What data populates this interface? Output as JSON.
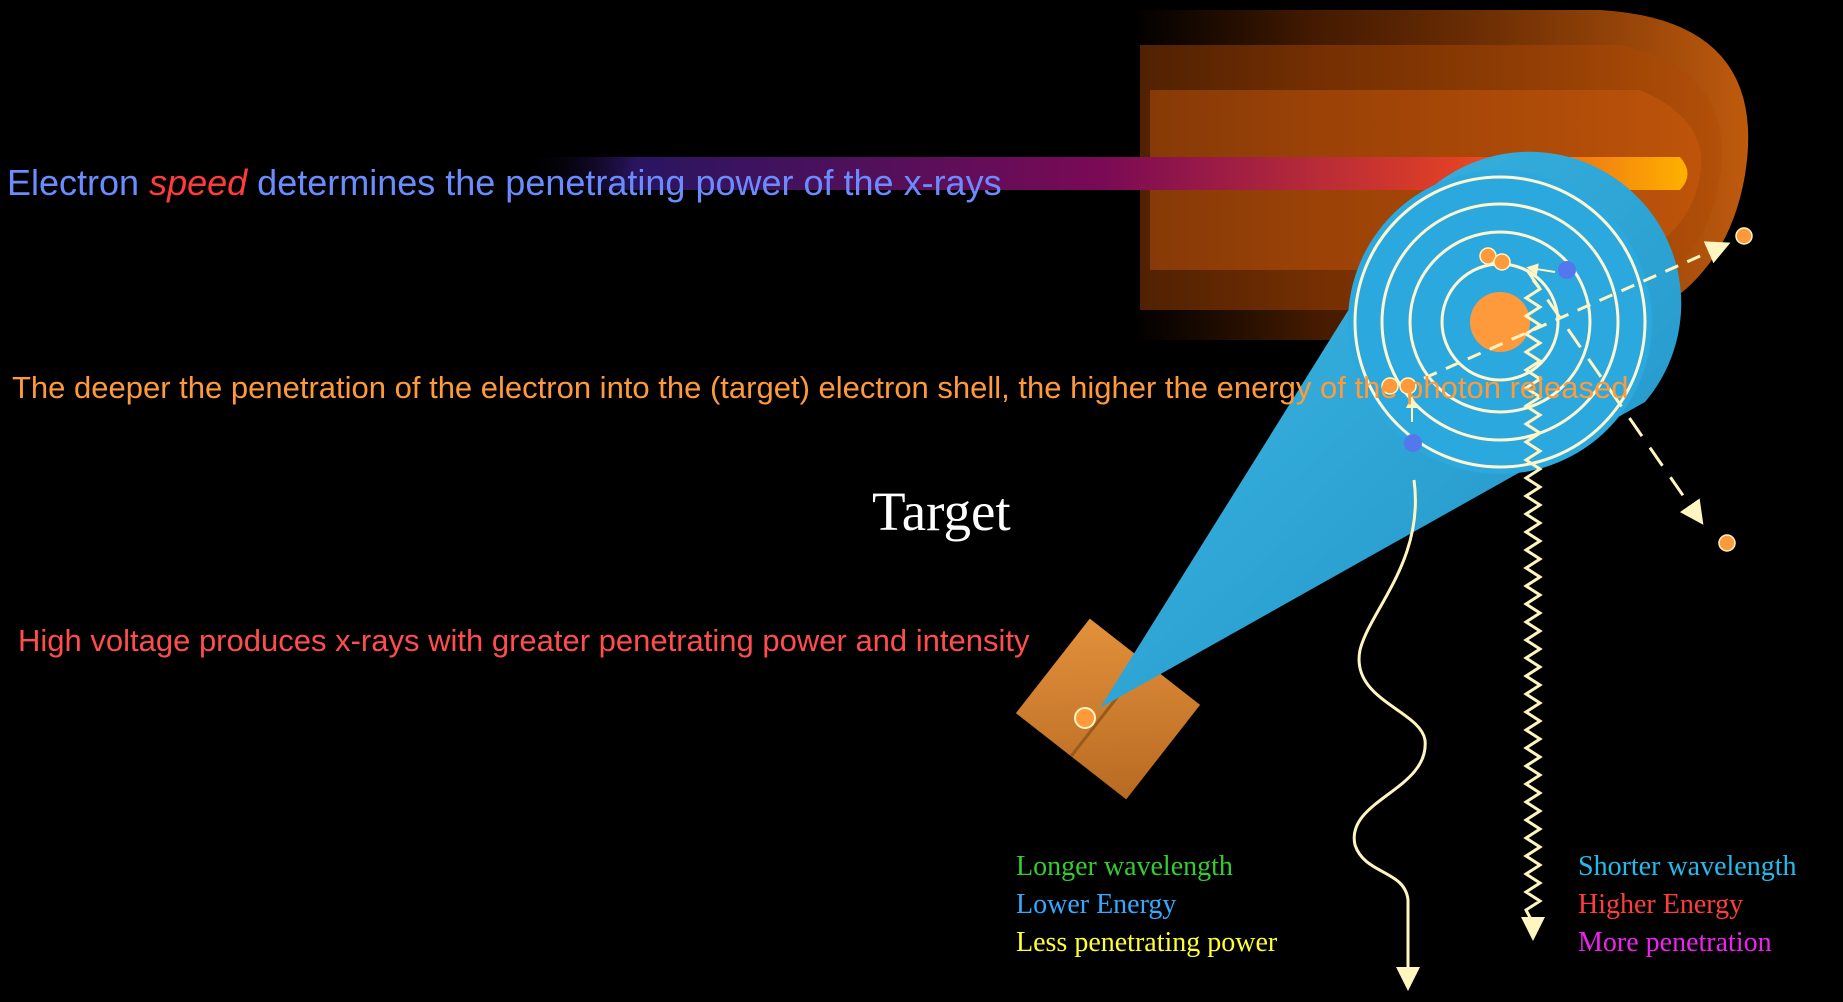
{
  "heading": {
    "before": "Electron ",
    "emphasis": "speed",
    "after": " determines the penetrating power of the x-rays"
  },
  "paragraphs": {
    "penetration": "The deeper the penetration of the electron into the (target) electron shell, the higher the energy of the photon released",
    "voltage": "High voltage produces x-rays with greater penetrating power and intensity"
  },
  "diagram": {
    "target_label": "Target",
    "long_wave_props": [
      "Longer  wavelength",
      "Lower  Energy",
      "Less penetrating power"
    ],
    "short_wave_props": [
      "Shorter  wavelength",
      "Higher  Energy",
      "More penetration"
    ]
  },
  "colors": {
    "heading": "#6b8cff",
    "emphasis": "#ff3b3b",
    "paragraph_penetration": "#ff9a3c",
    "paragraph_voltage": "#ff4d4d",
    "cone": "#2aa6dc",
    "nucleus": "#ff9a3c",
    "incoming_electron": "#5577ee",
    "target_block": "#d98732"
  }
}
